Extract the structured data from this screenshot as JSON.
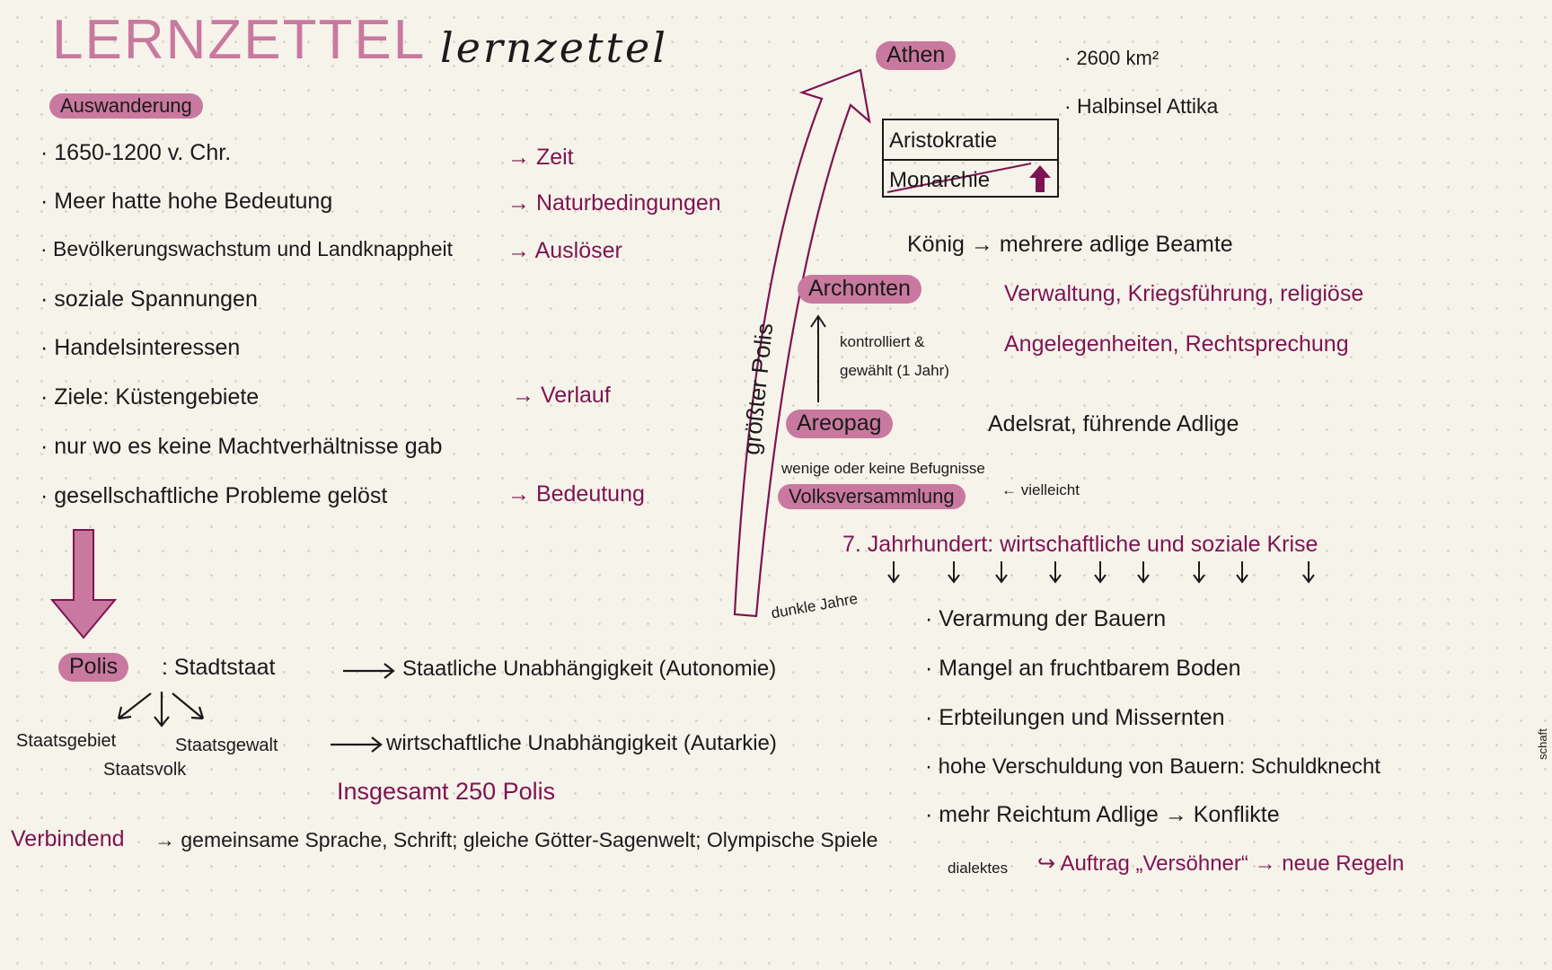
{
  "title": {
    "caps": "LERNZETTEL",
    "script": "lernzettel"
  },
  "colors": {
    "highlight": "#c9799f",
    "accent_text": "#7d1451",
    "ink": "#1a1a1a",
    "paper": "#f6f3ea"
  },
  "auswanderung": {
    "heading": "Auswanderung",
    "bullets": [
      "· 1650-1200 v. Chr.",
      "· Meer hatte hohe Bedeutung",
      "· Bevölkerungswachstum und Landknappheit",
      "· soziale Spannungen",
      "· Handelsinteressen",
      "· Ziele: Küstengebiete",
      "· nur wo es keine Machtverhältnisse gab",
      "· gesellschaftliche Probleme gelöst"
    ],
    "tags": [
      "→ Zeit",
      "→ Naturbedingungen",
      "→ Auslöser",
      "→ Verlauf",
      "→ Bedeutung"
    ]
  },
  "polis": {
    "heading": "Polis",
    "definition": ": Stadtstaat",
    "autonomy": "Staatliche Unabhängigkeit (Autonomie)",
    "elements": [
      "Staatsgebiet",
      "Staatsgewalt",
      "Staatsvolk"
    ],
    "autarky": "wirtschaftliche Unabhängigkeit (Autarkie)",
    "total": "Insgesamt 250 Polis",
    "connecting_label": "Verbindend",
    "connecting_text": "→ gemeinsame Sprache, Schrift; gleiche Götter-Sagenwelt; Olympische Spiele",
    "dialects": "dialektes"
  },
  "arrow_labels": {
    "largest": "größter Polis",
    "dark_ages": "dunkle Jahre"
  },
  "athen": {
    "heading": "Athen",
    "facts": [
      "· 2600 km²",
      "· Halbinsel Attika"
    ],
    "box": {
      "top": "Aristokratie",
      "bottom": "Monarchie"
    },
    "king": "König → mehrere adlige Beamte",
    "archonten": {
      "heading": "Archonten",
      "desc1": "Verwaltung, Kriegsführung, religiöse",
      "desc2": "Angelegenheiten, Rechtsprechung"
    },
    "control": [
      "kontrolliert &",
      "gewählt (1 Jahr)"
    ],
    "areopag": {
      "heading": "Areopag",
      "desc": "Adelsrat, führende Adlige"
    },
    "volk": {
      "note": "wenige oder keine Befugnisse",
      "maybe": "← vielleicht",
      "heading": "Volksversammlung"
    },
    "crisis": "7. Jahrhundert: wirtschaftliche und soziale Krise",
    "causes": [
      "· Verarmung der Bauern",
      "· Mangel an fruchtbarem Boden",
      "· Erbteilungen und Missernten",
      "· hohe Verschuldung von Bauern: Schuldknecht",
      "· mehr Reichtum Adlige → Konflikte"
    ],
    "cause_suffix": "schaft",
    "result": "↪ Auftrag „Versöhner“ → neue Regeln"
  }
}
